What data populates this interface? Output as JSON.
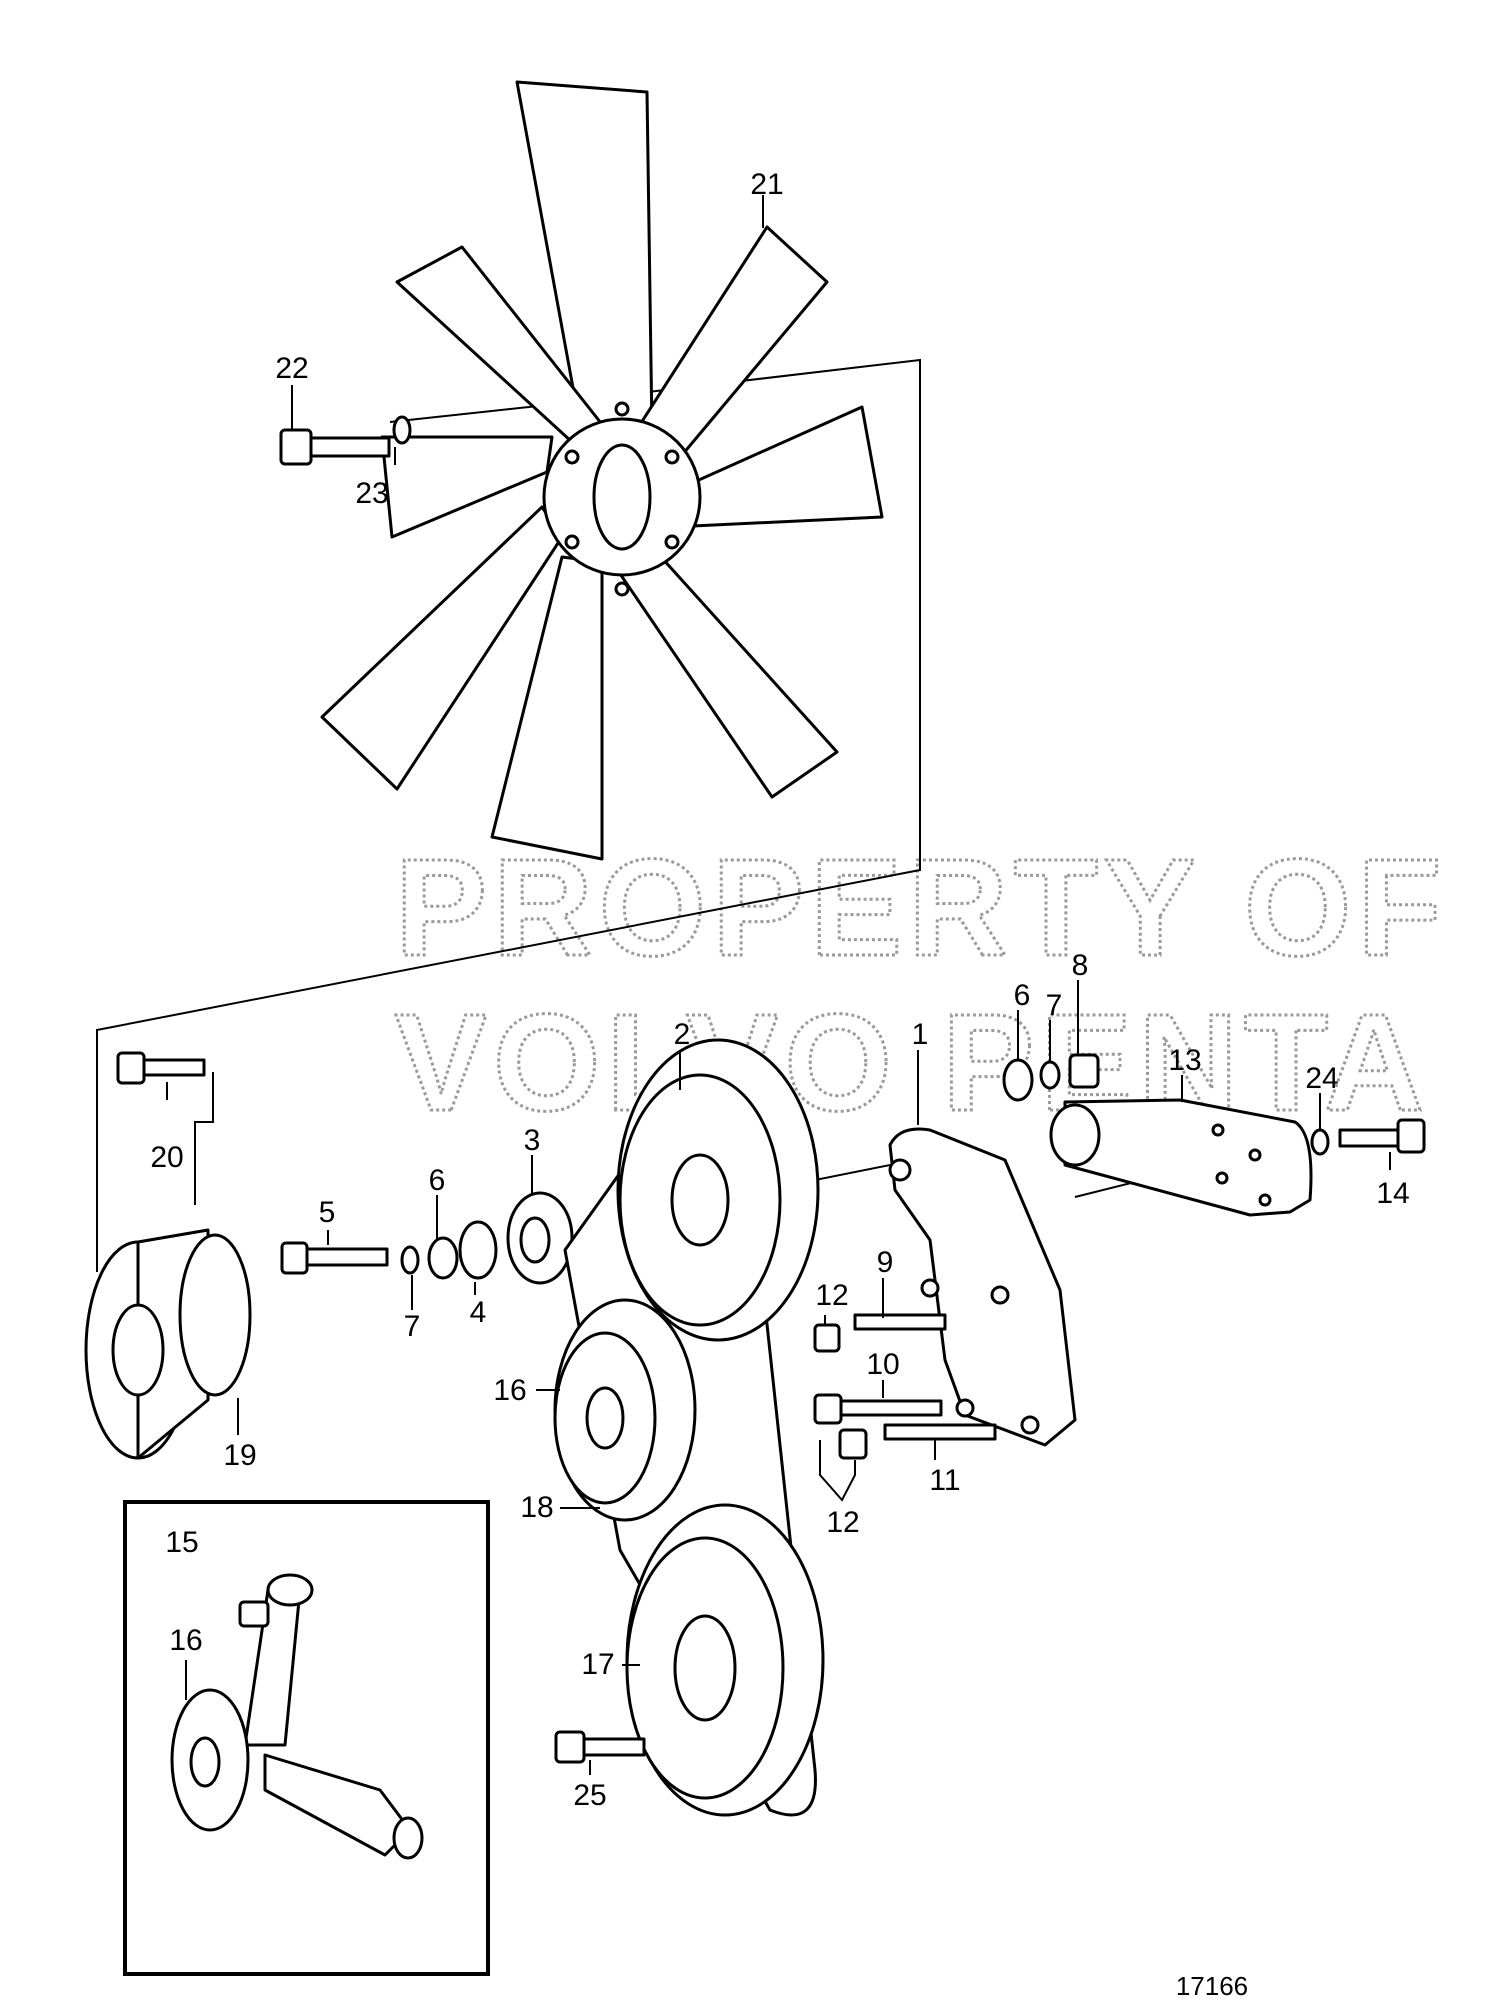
{
  "watermark": {
    "line1": "PROPERTY OF",
    "line2": "VOLVO PENTA"
  },
  "document_number": "17166",
  "inset": {
    "label_15": "15",
    "label_16": "16"
  },
  "callouts": [
    {
      "id": "c1",
      "text": "1"
    },
    {
      "id": "c2",
      "text": "2"
    },
    {
      "id": "c3",
      "text": "3"
    },
    {
      "id": "c4",
      "text": "4"
    },
    {
      "id": "c5",
      "text": "5"
    },
    {
      "id": "c6a",
      "text": "6"
    },
    {
      "id": "c6b",
      "text": "6"
    },
    {
      "id": "c7a",
      "text": "7"
    },
    {
      "id": "c7b",
      "text": "7"
    },
    {
      "id": "c8",
      "text": "8"
    },
    {
      "id": "c9",
      "text": "9"
    },
    {
      "id": "c10",
      "text": "10"
    },
    {
      "id": "c11",
      "text": "11"
    },
    {
      "id": "c12a",
      "text": "12"
    },
    {
      "id": "c12b",
      "text": "12"
    },
    {
      "id": "c13",
      "text": "13"
    },
    {
      "id": "c14",
      "text": "14"
    },
    {
      "id": "c16",
      "text": "16"
    },
    {
      "id": "c17",
      "text": "17"
    },
    {
      "id": "c18",
      "text": "18"
    },
    {
      "id": "c19",
      "text": "19"
    },
    {
      "id": "c20",
      "text": "20"
    },
    {
      "id": "c21",
      "text": "21"
    },
    {
      "id": "c22",
      "text": "22"
    },
    {
      "id": "c23",
      "text": "23"
    },
    {
      "id": "c24",
      "text": "24"
    },
    {
      "id": "c25",
      "text": "25"
    }
  ]
}
